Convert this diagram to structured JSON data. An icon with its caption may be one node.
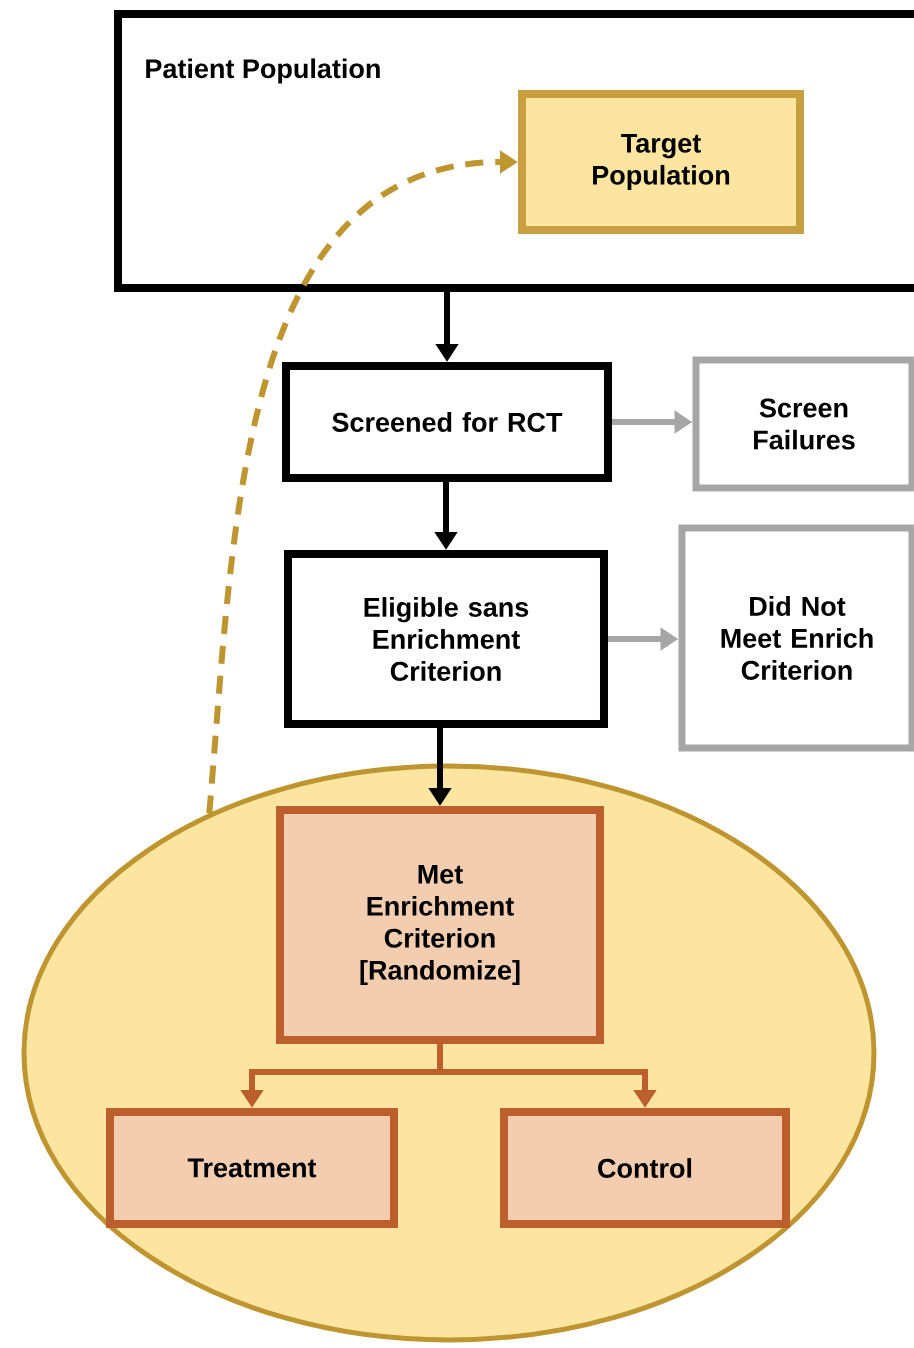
{
  "diagram": {
    "nodes": [
      {
        "text": [
          "Patient Population"
        ]
      },
      {
        "text": [
          "Target Population"
        ],
        "in": 0
      },
      {
        "text": [
          "Screened for RCT"
        ]
      },
      {
        "text": [
          "Screen Failures"
        ]
      },
      {
        "text": [
          "Eligible sans Enrichment Criterion"
        ]
      },
      {
        "text": [
          "Did Not Meet Enrich Criterion"
        ]
      },
      {
        "text": [],
        "shape": "circle"
      },
      {
        "text": [
          "Met Enrichment Criterion [Randomize]"
        ],
        "in": 6
      },
      {
        "text": [
          "Treatment"
        ],
        "in": 6
      },
      {
        "text": [
          "Control"
        ],
        "in": 6
      }
    ],
    "edges": [
      {
        "from": 0,
        "to": 2,
        "arrow": "to"
      },
      {
        "from": 2,
        "to": 3,
        "arrow": "to",
        "color": "#a6a6a6"
      },
      {
        "from": 2,
        "to": 4,
        "arrow": "to"
      },
      {
        "from": 4,
        "to": 5,
        "arrow": "to",
        "color": "#a6a6a6"
      },
      {
        "from": 4,
        "to": 7,
        "arrow": "to"
      },
      {
        "from": 7,
        "to": 8,
        "arrow": "to",
        "color": "#bc5f2c"
      },
      {
        "from": 7,
        "to": 9,
        "arrow": "to",
        "color": "#bc5f2c"
      },
      {
        "from": 6,
        "to": 1,
        "arrow": "to",
        "style": "dashed",
        "color": "#bf9530"
      }
    ]
  }
}
